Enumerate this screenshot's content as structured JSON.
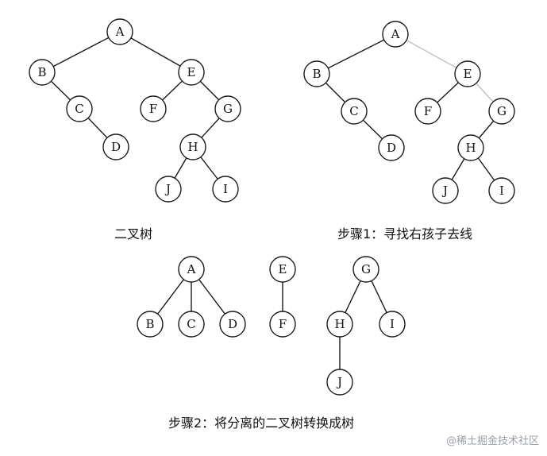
{
  "colors": {
    "stroke": "#1a1a1a",
    "highlight_edge": "#bfbfbf",
    "node_fill": "#ffffff",
    "text": "#111111",
    "watermark": "#9aa0a6"
  },
  "diagrams": [
    {
      "id": "binary-tree",
      "caption": "二叉树",
      "nodes": [
        "A",
        "B",
        "C",
        "D",
        "E",
        "F",
        "G",
        "H",
        "I",
        "J"
      ],
      "edges": [
        {
          "from": "A",
          "to": "B"
        },
        {
          "from": "A",
          "to": "E"
        },
        {
          "from": "B",
          "to": "C"
        },
        {
          "from": "C",
          "to": "D"
        },
        {
          "from": "E",
          "to": "F"
        },
        {
          "from": "E",
          "to": "G"
        },
        {
          "from": "G",
          "to": "H"
        },
        {
          "from": "H",
          "to": "J"
        },
        {
          "from": "H",
          "to": "I"
        }
      ]
    },
    {
      "id": "step1",
      "caption": "步骤1：寻找右孩子去线",
      "nodes": [
        "A",
        "B",
        "C",
        "D",
        "E",
        "F",
        "G",
        "H",
        "I",
        "J"
      ],
      "edges": [
        {
          "from": "A",
          "to": "B"
        },
        {
          "from": "A",
          "to": "E",
          "removed": true
        },
        {
          "from": "B",
          "to": "C"
        },
        {
          "from": "C",
          "to": "D"
        },
        {
          "from": "E",
          "to": "F"
        },
        {
          "from": "E",
          "to": "G",
          "removed": true
        },
        {
          "from": "G",
          "to": "H"
        },
        {
          "from": "H",
          "to": "J"
        },
        {
          "from": "H",
          "to": "I"
        }
      ]
    },
    {
      "id": "step2",
      "caption": "步骤2：将分离的二叉树转换成树",
      "trees": [
        {
          "nodes": [
            "A",
            "B",
            "C",
            "D"
          ],
          "edges": [
            {
              "from": "A",
              "to": "B"
            },
            {
              "from": "A",
              "to": "C"
            },
            {
              "from": "A",
              "to": "D"
            }
          ]
        },
        {
          "nodes": [
            "E",
            "F"
          ],
          "edges": [
            {
              "from": "E",
              "to": "F"
            }
          ]
        },
        {
          "nodes": [
            "G",
            "H",
            "I",
            "J"
          ],
          "edges": [
            {
              "from": "G",
              "to": "H"
            },
            {
              "from": "G",
              "to": "I"
            },
            {
              "from": "H",
              "to": "J"
            }
          ]
        }
      ]
    }
  ],
  "watermark": "@稀土掘金技术社区"
}
